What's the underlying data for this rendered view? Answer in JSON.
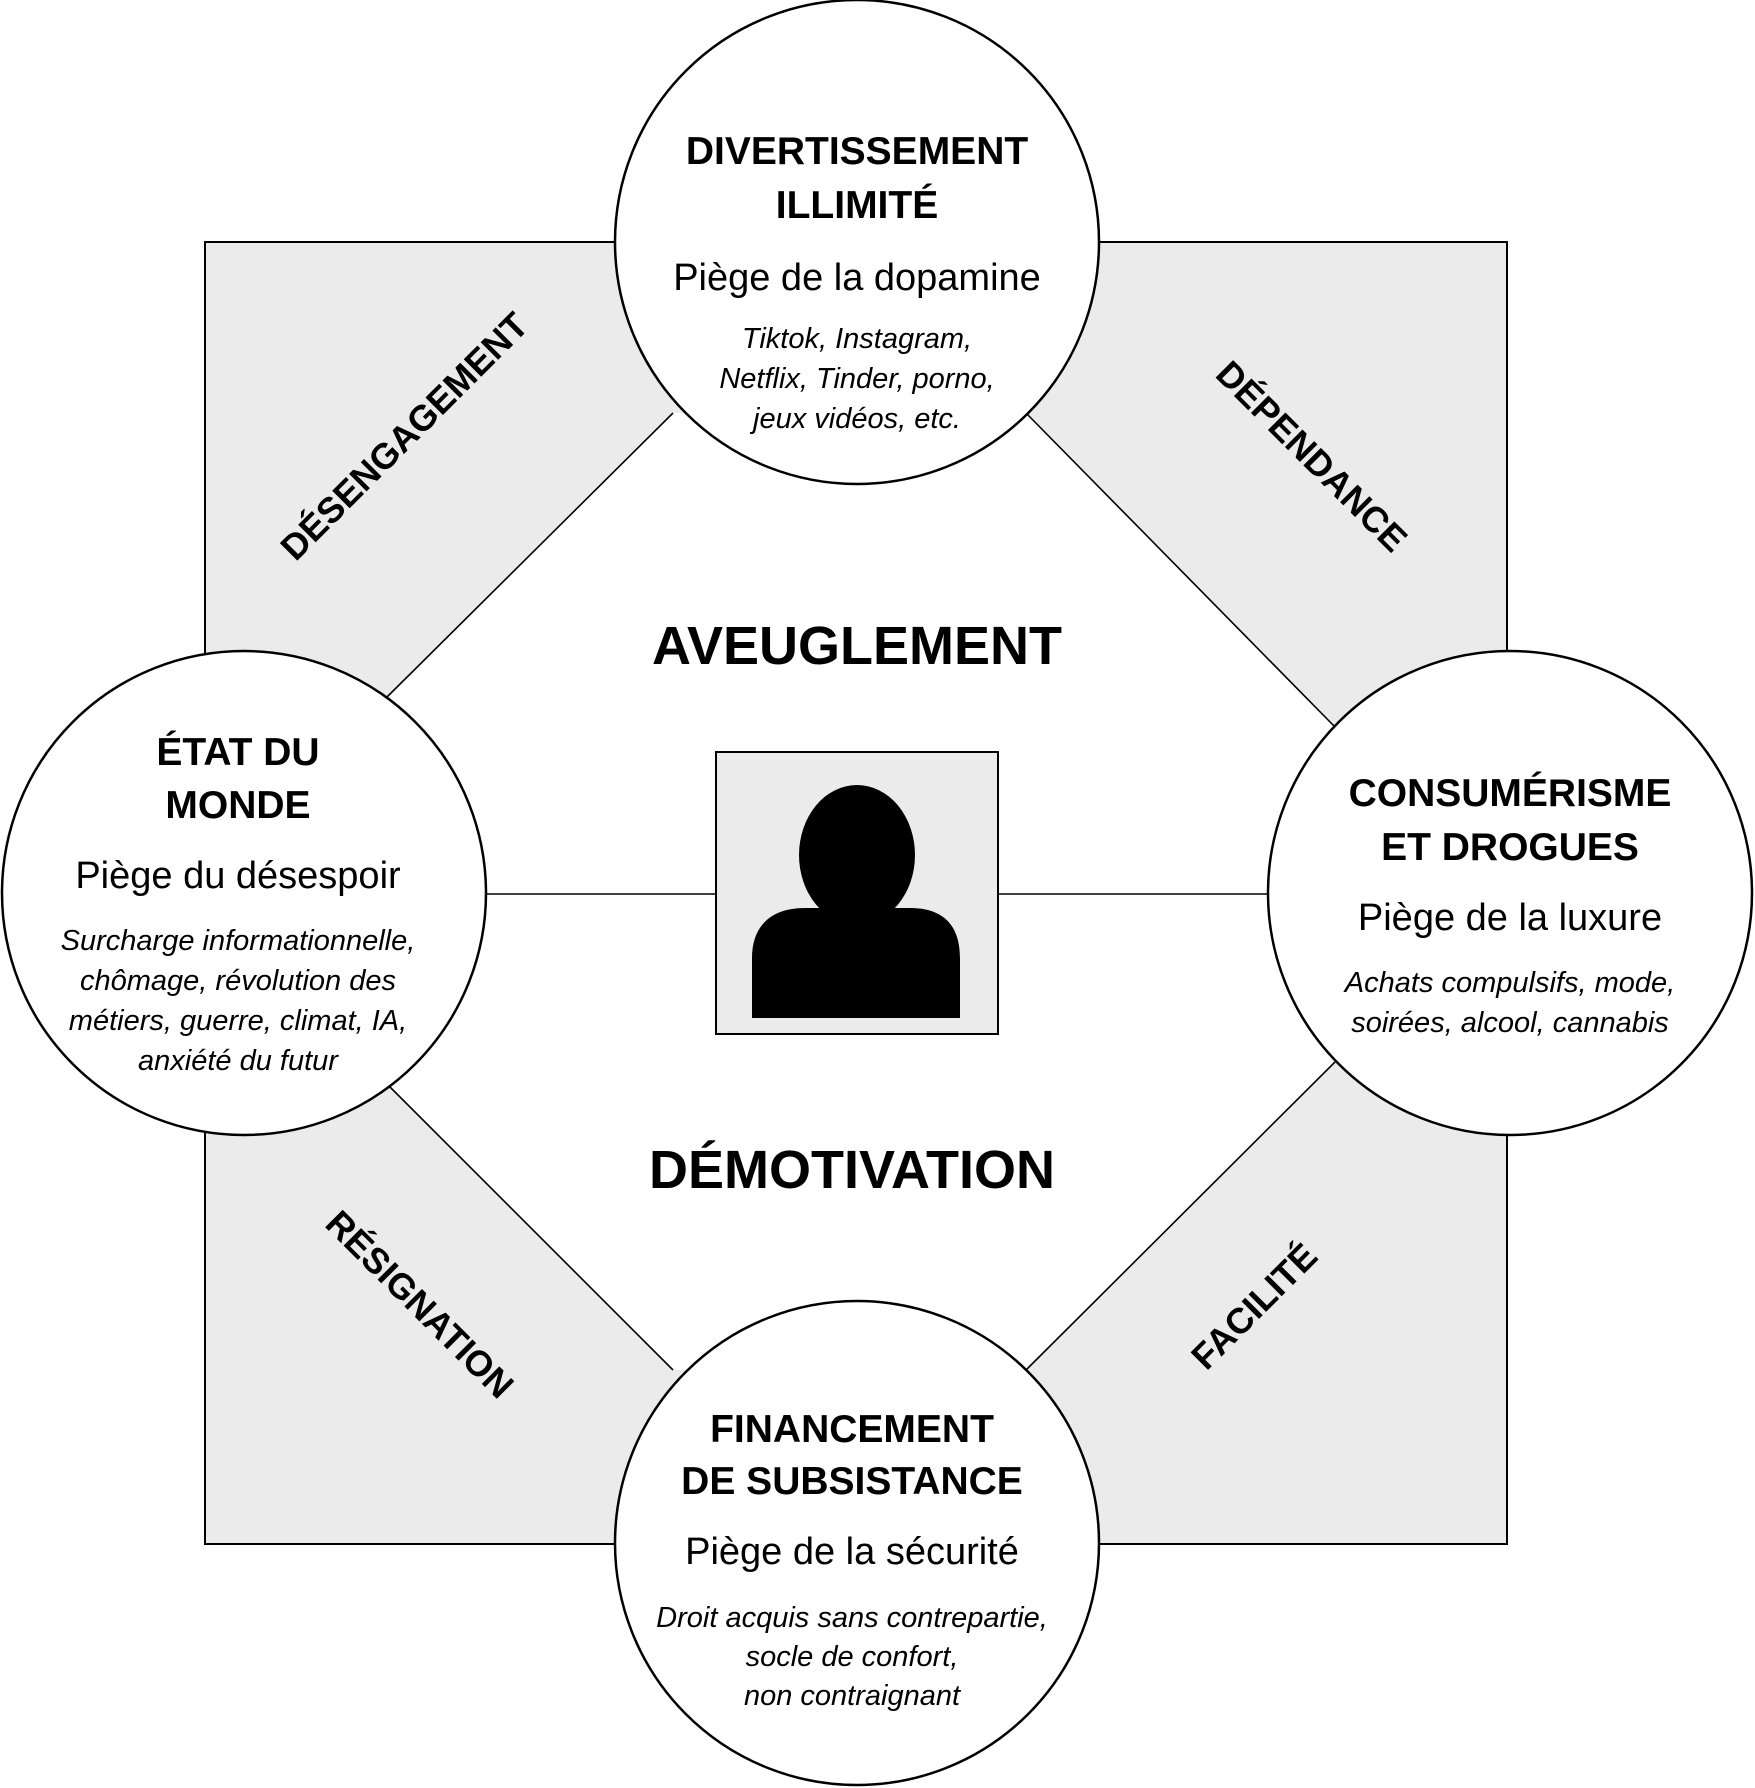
{
  "nodes": {
    "top": {
      "title": [
        "DIVERTISSEMENT",
        "ILLIMITÉ"
      ],
      "trap": "Piège de la dopamine",
      "examples": [
        "Tiktok, Instagram,",
        "Netflix, Tinder, porno,",
        "jeux vidéos, etc."
      ]
    },
    "right": {
      "title": [
        "CONSUMÉRISME",
        "ET DROGUES"
      ],
      "trap": "Piège de la luxure",
      "examples": [
        "Achats compulsifs, mode,",
        "soirées, alcool, cannabis"
      ]
    },
    "bottom": {
      "title": [
        "FINANCEMENT",
        "DE SUBSISTANCE"
      ],
      "trap": "Piège de la sécurité",
      "examples": [
        "Droit acquis sans contrepartie,",
        "socle de confort,",
        "non contraignant"
      ]
    },
    "left": {
      "title": [
        "ÉTAT DU",
        "MONDE"
      ],
      "trap": "Piège du désespoir",
      "examples": [
        "Surcharge informationnelle,",
        "chômage, révolution des",
        "métiers, guerre, climat, IA,",
        "anxiété du futur"
      ]
    }
  },
  "corners": {
    "top_left": "DÉSENGAGEMENT",
    "top_right": "DÉPENDANCE",
    "bottom_right": "FACILITÉ",
    "bottom_left": "RÉSIGNATION"
  },
  "center": {
    "upper": "AVEUGLEMENT",
    "lower": "DÉMOTIVATION",
    "icon": "person-icon"
  },
  "colors": {
    "corner_fill": "#ebebeb",
    "stroke": "#000000"
  }
}
